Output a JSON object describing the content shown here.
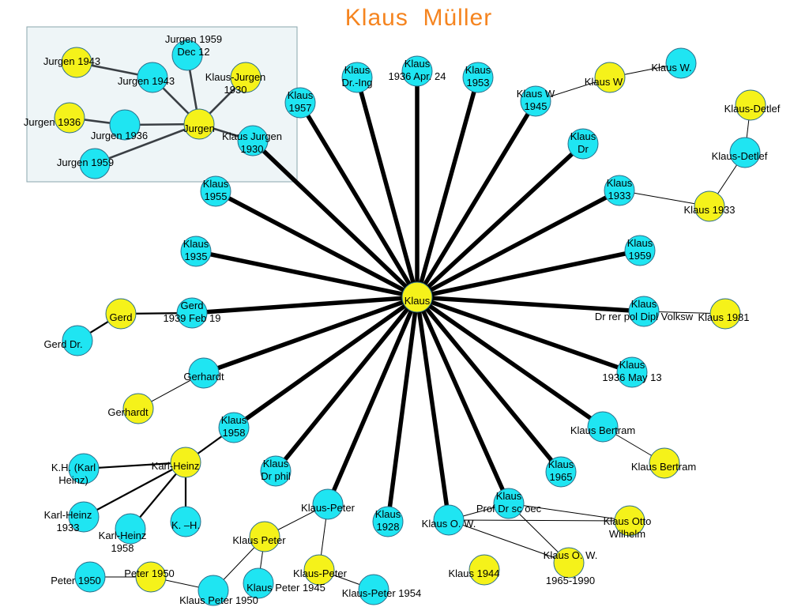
{
  "title": "Klaus  Müller",
  "colors": {
    "cyan": "#1fe5f2",
    "yellow": "#f5f21a",
    "inset_bg": "#eef5f7",
    "title": "#f5841f"
  },
  "nodes": [
    {
      "id": "center",
      "label": "Klaus",
      "color": "yellow"
    },
    {
      "id": "k_dr_ing",
      "label": "Klaus\nDr.-Ing",
      "color": "cyan"
    },
    {
      "id": "k_1936apr",
      "label": "Klaus\n1936 Apr. 24",
      "color": "cyan"
    },
    {
      "id": "k_1953",
      "label": "Klaus\n1953",
      "color": "cyan"
    },
    {
      "id": "k_w_1945",
      "label": "Klaus W\n1945",
      "color": "cyan"
    },
    {
      "id": "k_w_y",
      "label": "Klaus W",
      "color": "yellow"
    },
    {
      "id": "k_w_dot",
      "label": "Klaus W.",
      "color": "cyan"
    },
    {
      "id": "k_dr",
      "label": "Klaus\nDr",
      "color": "cyan"
    },
    {
      "id": "k_1957",
      "label": "Klaus\n1957",
      "color": "cyan"
    },
    {
      "id": "kdetlef_y",
      "label": "Klaus-Detlef",
      "color": "yellow"
    },
    {
      "id": "kdetlef_c",
      "label": "Klaus-Detlef",
      "color": "cyan"
    },
    {
      "id": "k_1933_c",
      "label": "Klaus\n1933",
      "color": "cyan"
    },
    {
      "id": "k_1933_y",
      "label": "Klaus 1933",
      "color": "yellow"
    },
    {
      "id": "k_1955",
      "label": "Klaus\n1955",
      "color": "cyan"
    },
    {
      "id": "k_1935",
      "label": "Klaus\n1935",
      "color": "cyan"
    },
    {
      "id": "k_1959",
      "label": "Klaus\n1959",
      "color": "cyan"
    },
    {
      "id": "gerd_y",
      "label": "Gerd",
      "color": "yellow"
    },
    {
      "id": "gerd_c",
      "label": "Gerd\n1939 Feb 19",
      "color": "cyan"
    },
    {
      "id": "gerd_dr",
      "label": "Gerd Dr.",
      "color": "cyan"
    },
    {
      "id": "k_drrer",
      "label": "Klaus\nDr rer pol Dipl Volksw",
      "color": "cyan"
    },
    {
      "id": "k_1981",
      "label": "Klaus 1981",
      "color": "yellow"
    },
    {
      "id": "gerhardt_c",
      "label": "Gerhardt",
      "color": "cyan"
    },
    {
      "id": "gerhardt_y",
      "label": "Gerhardt",
      "color": "yellow"
    },
    {
      "id": "k_1936may",
      "label": "Klaus\n1936 May 13",
      "color": "cyan"
    },
    {
      "id": "k_1958",
      "label": "Klaus\n1958",
      "color": "cyan"
    },
    {
      "id": "kbertram_c",
      "label": "Klaus Bertram",
      "color": "cyan"
    },
    {
      "id": "kbertram_y",
      "label": "Klaus Bertram",
      "color": "yellow"
    },
    {
      "id": "karlheinz_y",
      "label": "Karl-Heinz",
      "color": "yellow"
    },
    {
      "id": "kh_karl",
      "label": "K.H. (Karl\nHeinz)",
      "color": "cyan"
    },
    {
      "id": "k_drphil",
      "label": "Klaus\nDr phil",
      "color": "cyan"
    },
    {
      "id": "k_1965",
      "label": "Klaus\n1965",
      "color": "cyan"
    },
    {
      "id": "karlheinz_1933",
      "label": "Karl-Heinz\n1933",
      "color": "cyan"
    },
    {
      "id": "karlheinz_1958",
      "label": "Karl-Heinz\n1958",
      "color": "cyan"
    },
    {
      "id": "k_h",
      "label": "K. –H.",
      "color": "cyan"
    },
    {
      "id": "klauspeter_c",
      "label": "Klaus-Peter",
      "color": "cyan"
    },
    {
      "id": "k_1928",
      "label": "Klaus\n1928",
      "color": "cyan"
    },
    {
      "id": "k_ow_c",
      "label": "Klaus O. W.",
      "color": "cyan"
    },
    {
      "id": "k_prof",
      "label": "Klaus\nProf Dr sc oec",
      "color": "cyan"
    },
    {
      "id": "k_otto",
      "label": "Klaus Otto\nWilhelm",
      "color": "yellow"
    },
    {
      "id": "klauspeter_y",
      "label": "Klaus Peter",
      "color": "yellow"
    },
    {
      "id": "k_1944",
      "label": "Klaus 1944",
      "color": "yellow"
    },
    {
      "id": "k_ow_y",
      "label": "Klaus O. W.\n\n1965-1990",
      "color": "yellow"
    },
    {
      "id": "peter_1950_c",
      "label": "Peter 1950",
      "color": "cyan"
    },
    {
      "id": "peter_1950_y",
      "label": "Peter 1950",
      "color": "yellow"
    },
    {
      "id": "klauspeter_y2",
      "label": "Klaus-Peter",
      "color": "yellow"
    },
    {
      "id": "kp_1945",
      "label": "Klaus Peter 1945",
      "color": "cyan"
    },
    {
      "id": "kp_1954",
      "label": "Klaus-Peter 1954",
      "color": "cyan"
    },
    {
      "id": "kp_1950",
      "label": "Klaus Peter 1950",
      "color": "cyan"
    },
    {
      "id": "j_1943_y",
      "label": "Jurgen 1943",
      "color": "yellow"
    },
    {
      "id": "j_1959dec",
      "label": "Jurgen 1959\nDec 12",
      "color": "cyan"
    },
    {
      "id": "j_1943_c",
      "label": "Jurgen 1943",
      "color": "cyan"
    },
    {
      "id": "kj_1930_y",
      "label": "Klaus-Jurgen\n1930",
      "color": "yellow"
    },
    {
      "id": "j_1936_y",
      "label": "Jurgen 1936",
      "color": "yellow"
    },
    {
      "id": "jurgen",
      "label": "Jurgen",
      "color": "yellow"
    },
    {
      "id": "j_1936_c",
      "label": "Jurgen 1936",
      "color": "cyan"
    },
    {
      "id": "kj_1930_c",
      "label": "Klaus Jurgen\n1930",
      "color": "cyan"
    },
    {
      "id": "j_1959",
      "label": "Jurgen 1959",
      "color": "cyan"
    }
  ],
  "edges": [
    [
      "center",
      "k_dr_ing",
      "heavy"
    ],
    [
      "center",
      "k_1936apr",
      "heavy"
    ],
    [
      "center",
      "k_1953",
      "heavy"
    ],
    [
      "center",
      "k_w_1945",
      "heavy"
    ],
    [
      "center",
      "k_dr",
      "heavy"
    ],
    [
      "center",
      "k_1957",
      "heavy"
    ],
    [
      "center",
      "k_1933_c",
      "heavy"
    ],
    [
      "center",
      "k_1955",
      "heavy"
    ],
    [
      "center",
      "k_1935",
      "heavy"
    ],
    [
      "center",
      "k_1959",
      "heavy"
    ],
    [
      "center",
      "gerd_c",
      "heavy"
    ],
    [
      "center",
      "k_drrer",
      "heavy"
    ],
    [
      "center",
      "gerhardt_c",
      "heavy"
    ],
    [
      "center",
      "k_1936may",
      "heavy"
    ],
    [
      "center",
      "k_1958",
      "heavy"
    ],
    [
      "center",
      "kbertram_c",
      "heavy"
    ],
    [
      "center",
      "k_drphil",
      "heavy"
    ],
    [
      "center",
      "k_1965",
      "heavy"
    ],
    [
      "center",
      "klauspeter_c",
      "heavy"
    ],
    [
      "center",
      "k_1928",
      "heavy"
    ],
    [
      "center",
      "k_ow_c",
      "heavy"
    ],
    [
      "center",
      "k_prof",
      "heavy"
    ],
    [
      "center",
      "kj_1930_c",
      "heavy"
    ],
    [
      "k_w_1945",
      "k_w_y",
      "thin"
    ],
    [
      "k_w_y",
      "k_w_dot",
      "thin"
    ],
    [
      "kdetlef_y",
      "kdetlef_c",
      "thin"
    ],
    [
      "kdetlef_c",
      "k_1933_y",
      "thin"
    ],
    [
      "k_1933_c",
      "k_1933_y",
      "thin"
    ],
    [
      "k_drrer",
      "k_1981",
      "thin"
    ],
    [
      "gerd_c",
      "gerd_y",
      "medium"
    ],
    [
      "gerd_y",
      "gerd_dr",
      "medium"
    ],
    [
      "gerhardt_c",
      "gerhardt_y",
      "thin"
    ],
    [
      "kbertram_c",
      "kbertram_y",
      "thin"
    ],
    [
      "karlheinz_y",
      "kh_karl",
      "medium"
    ],
    [
      "karlheinz_y",
      "karlheinz_1933",
      "medium"
    ],
    [
      "karlheinz_y",
      "karlheinz_1958",
      "medium"
    ],
    [
      "karlheinz_y",
      "k_h",
      "medium"
    ],
    [
      "karlheinz_y",
      "k_1958",
      "medium"
    ],
    [
      "k_ow_c",
      "k_otto",
      "thin"
    ],
    [
      "k_ow_c",
      "k_ow_y",
      "thin"
    ],
    [
      "k_prof",
      "k_otto",
      "thin"
    ],
    [
      "k_prof",
      "k_ow_y",
      "thin"
    ],
    [
      "k_prof",
      "k_ow_c",
      "thin"
    ],
    [
      "klauspeter_c",
      "klauspeter_y",
      "thin"
    ],
    [
      "klauspeter_c",
      "klauspeter_y2",
      "thin"
    ],
    [
      "klauspeter_y",
      "kp_1950",
      "thin"
    ],
    [
      "klauspeter_y",
      "kp_1945",
      "thin"
    ],
    [
      "klauspeter_y2",
      "kp_1954",
      "thin"
    ],
    [
      "peter_1950_c",
      "peter_1950_y",
      "thin"
    ],
    [
      "peter_1950_y",
      "kp_1950",
      "thin"
    ],
    [
      "j_1943_y",
      "j_1943_c",
      "dark"
    ],
    [
      "j_1943_c",
      "jurgen",
      "dark"
    ],
    [
      "j_1959dec",
      "jurgen",
      "dark"
    ],
    [
      "kj_1930_y",
      "jurgen",
      "dark"
    ],
    [
      "j_1936_y",
      "j_1936_c",
      "dark"
    ],
    [
      "j_1936_c",
      "jurgen",
      "dark"
    ],
    [
      "jurgen",
      "kj_1930_c",
      "dark"
    ],
    [
      "jurgen",
      "j_1959",
      "dark"
    ]
  ]
}
